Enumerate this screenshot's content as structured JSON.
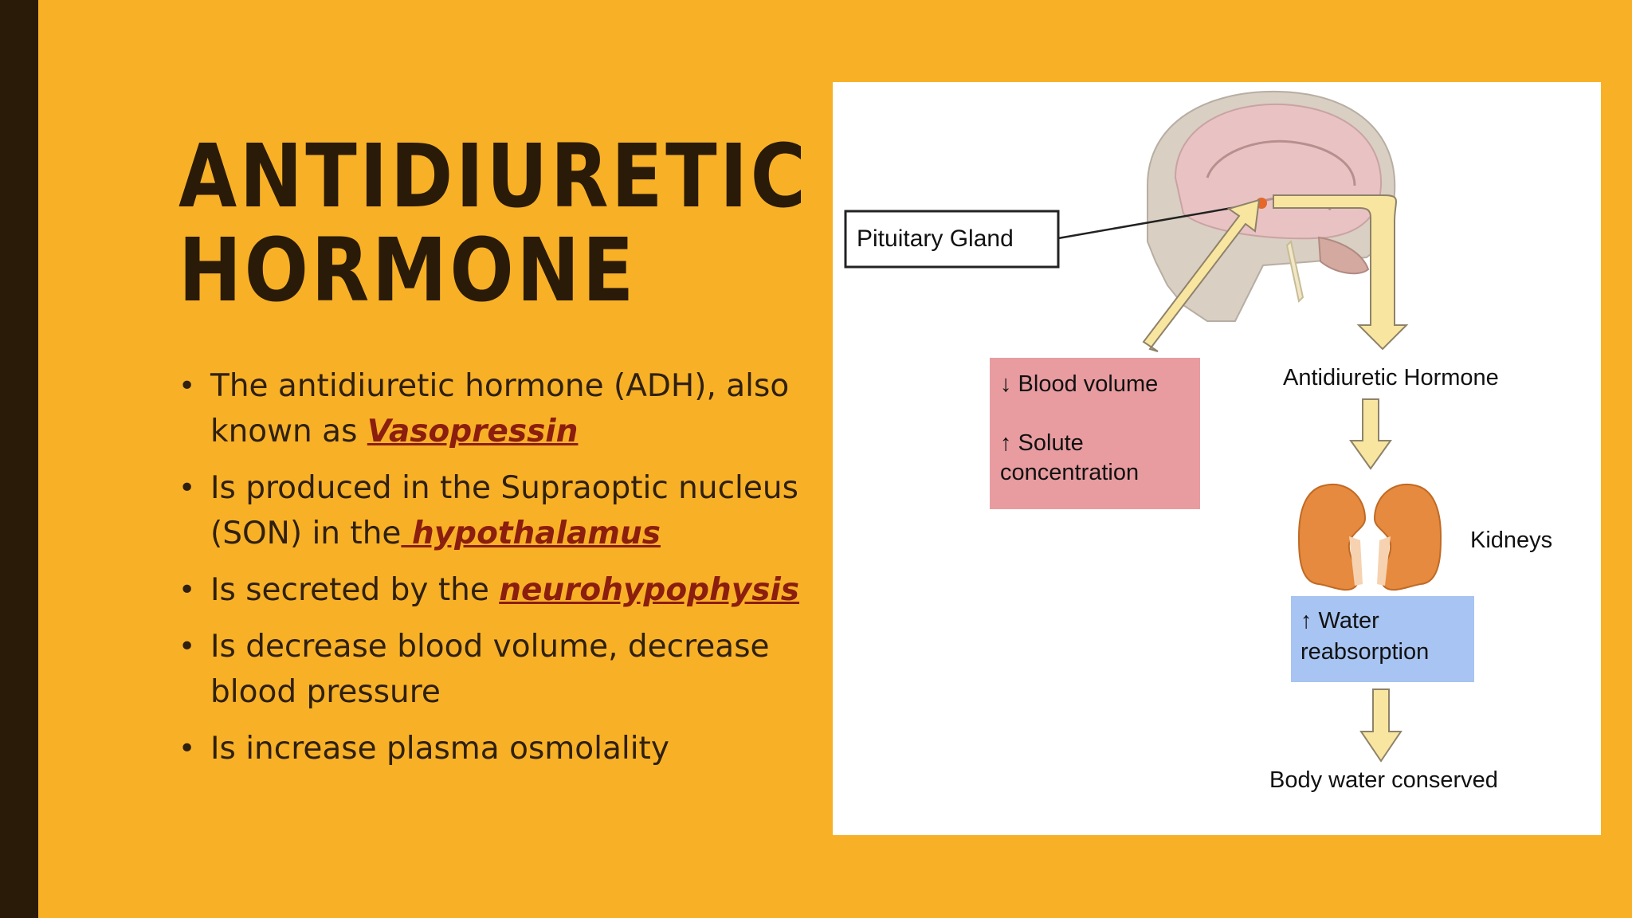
{
  "slide": {
    "title_line1": "ANTIDIURETIC",
    "title_line2": "HORMONE",
    "bullets": [
      {
        "pre": "The antidiuretic hormone (ADH), also known as ",
        "keyword": "Vasopressin",
        "post": ""
      },
      {
        "pre": "Is produced in the Supraoptic nucleus (SON) in the",
        "keyword": " hypothalamus",
        "post": ""
      },
      {
        "pre": "Is secreted by the ",
        "keyword": "neurohypophysis",
        "post": ""
      },
      {
        "pre": "Is decrease blood volume, decrease blood pressure",
        "keyword": "",
        "post": ""
      },
      {
        "pre": "Is increase plasma osmolality",
        "keyword": "",
        "post": ""
      }
    ]
  },
  "diagram": {
    "pituitary_label": "Pituitary Gland",
    "stimulus_line1": "↓ Blood volume",
    "stimulus_line2": "↑ Solute",
    "stimulus_line3": "concentration",
    "hormone_label": "Antidiuretic Hormone",
    "kidneys_label": "Kidneys",
    "response_line1": "↑ Water",
    "response_line2": "reabsorption",
    "outcome_label": "Body water conserved"
  },
  "colors": {
    "background": "#F8B126",
    "sidebar": "#2A1A08",
    "title": "#2A1A08",
    "keyword": "#8B1E0E",
    "stimulus_box": "#E89CA0",
    "response_box": "#A7C4F2",
    "arrow_fill": "#F8E6A0",
    "kidney": "#E58A3E"
  }
}
